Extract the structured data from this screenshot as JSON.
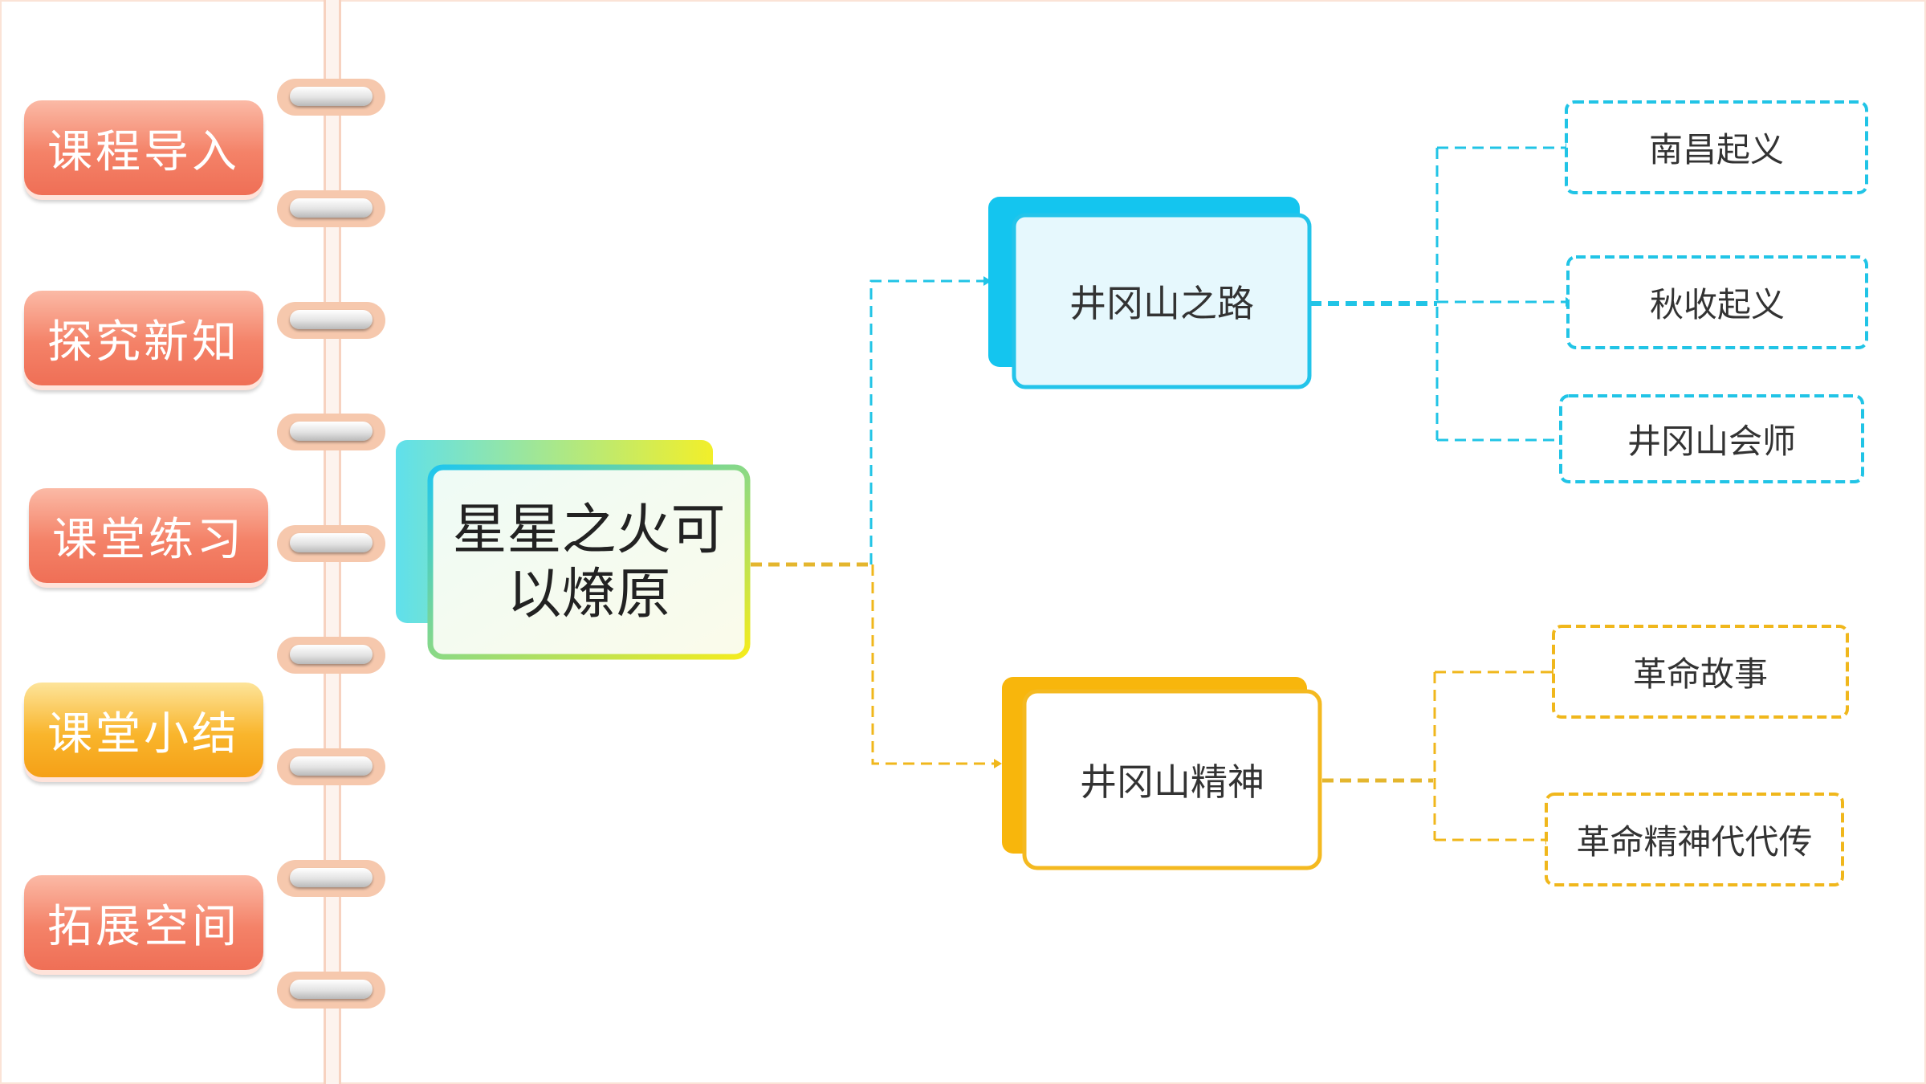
{
  "sidebar": {
    "tabs": [
      {
        "label": "课程导入",
        "color": "#f27b62"
      },
      {
        "label": "探究新知",
        "color": "#f27b62"
      },
      {
        "label": "课堂练习",
        "color": "#f27b62"
      },
      {
        "label": "课堂小结",
        "color": "#f8ab22"
      },
      {
        "label": "拓展空间",
        "color": "#f27b62"
      }
    ]
  },
  "mindmap": {
    "root": {
      "label": "星星之火可以燎原"
    },
    "branches": [
      {
        "label": "井冈山之路",
        "color": "#15c3e8",
        "children": [
          "南昌起义",
          "秋收起义",
          "井冈山会师"
        ]
      },
      {
        "label": "井冈山精神",
        "color": "#f4b920",
        "children": [
          "革命故事",
          "革命精神代代传"
        ]
      }
    ]
  }
}
